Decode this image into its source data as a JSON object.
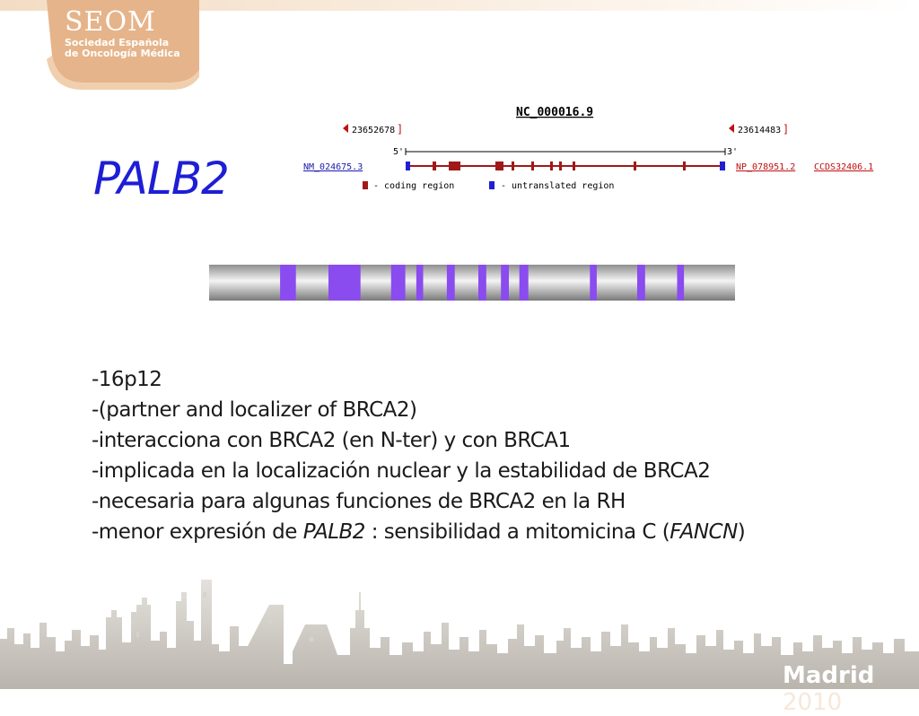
{
  "logo": {
    "main": "SEOM",
    "line1": "Sociedad Española",
    "line2": "de Oncología Médica"
  },
  "title": "PALB2",
  "gene_map": {
    "accession": "NC_000016.9",
    "left_coord": "23652678",
    "right_coord": "23614483",
    "five_prime": "5'",
    "three_prime": "3'",
    "mrna": "NM_024675.3",
    "protein": "NP_078951.2",
    "ccds": "CCDS32406.1",
    "legend_coding": "- coding region",
    "legend_utr": "- untranslated region",
    "colors": {
      "coding": "#a01818",
      "utr": "#2020d0",
      "link": "#1a1ab0",
      "marker": "#c01010"
    }
  },
  "exon_bar": {
    "exon_color": "#8a4bef",
    "exons": [
      {
        "start": 0.135,
        "end": 0.165
      },
      {
        "start": 0.227,
        "end": 0.288
      },
      {
        "start": 0.346,
        "end": 0.373
      },
      {
        "start": 0.394,
        "end": 0.407
      },
      {
        "start": 0.452,
        "end": 0.467
      },
      {
        "start": 0.512,
        "end": 0.527
      },
      {
        "start": 0.555,
        "end": 0.57
      },
      {
        "start": 0.59,
        "end": 0.607
      },
      {
        "start": 0.724,
        "end": 0.737
      },
      {
        "start": 0.814,
        "end": 0.829
      },
      {
        "start": 0.89,
        "end": 0.903
      }
    ]
  },
  "bullets": {
    "b1": "-16p12",
    "b2": "-(partner and localizer of BRCA2)",
    "b3": "-interacciona con BRCA2 (en N-ter) y con BRCA1",
    "b4": "-implicada en la localización nuclear y la estabilidad de BRCA2",
    "b5": "-necesaria para algunas funciones de BRCA2 en la RH",
    "b6_pre": "-menor expresión de ",
    "b6_gene": "PALB2",
    "b6_mid": " : sensibilidad a mitomicina C (",
    "b6_fanc": "FANCN",
    "b6_post": ")"
  },
  "footer": {
    "city": "Madrid",
    "year": "2010"
  }
}
